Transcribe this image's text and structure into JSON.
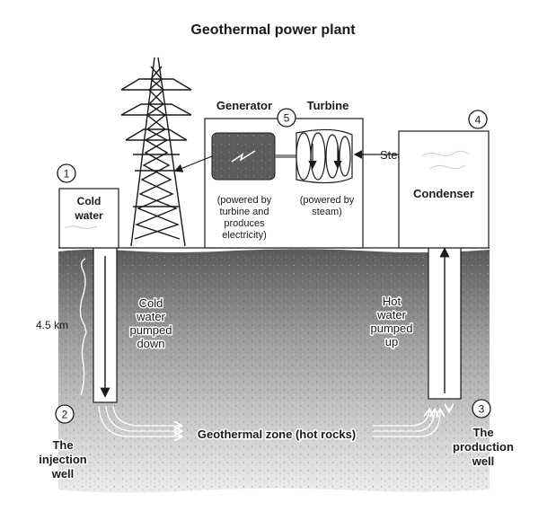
{
  "title": "Geothermal power plant",
  "labels": {
    "generator": "Generator",
    "turbine": "Turbine",
    "steam": "Steam",
    "condenser": "Condenser",
    "cold_water_1": "Cold",
    "cold_water_2": "water",
    "generator_note": [
      "(powered by",
      "turbine and",
      "produces",
      "electricity)"
    ],
    "turbine_note": [
      "(powered by",
      "steam)"
    ],
    "depth": "4.5 km",
    "cold_pumped": [
      "Cold",
      "water",
      "pumped",
      "down"
    ],
    "hot_pumped": [
      "Hot",
      "water",
      "pumped",
      "up"
    ],
    "geothermal_zone": "Geothermal zone (hot rocks)",
    "injection_well": [
      "The",
      "injection",
      "well"
    ],
    "production_well": [
      "The",
      "production",
      "well"
    ]
  },
  "steps": {
    "s1": "1",
    "s2": "2",
    "s3": "3",
    "s4": "4",
    "s5": "5"
  },
  "colors": {
    "ground_top": "#5a5a5a",
    "ground_bottom": "#e4e4e4",
    "line": "#1a1a1a"
  }
}
